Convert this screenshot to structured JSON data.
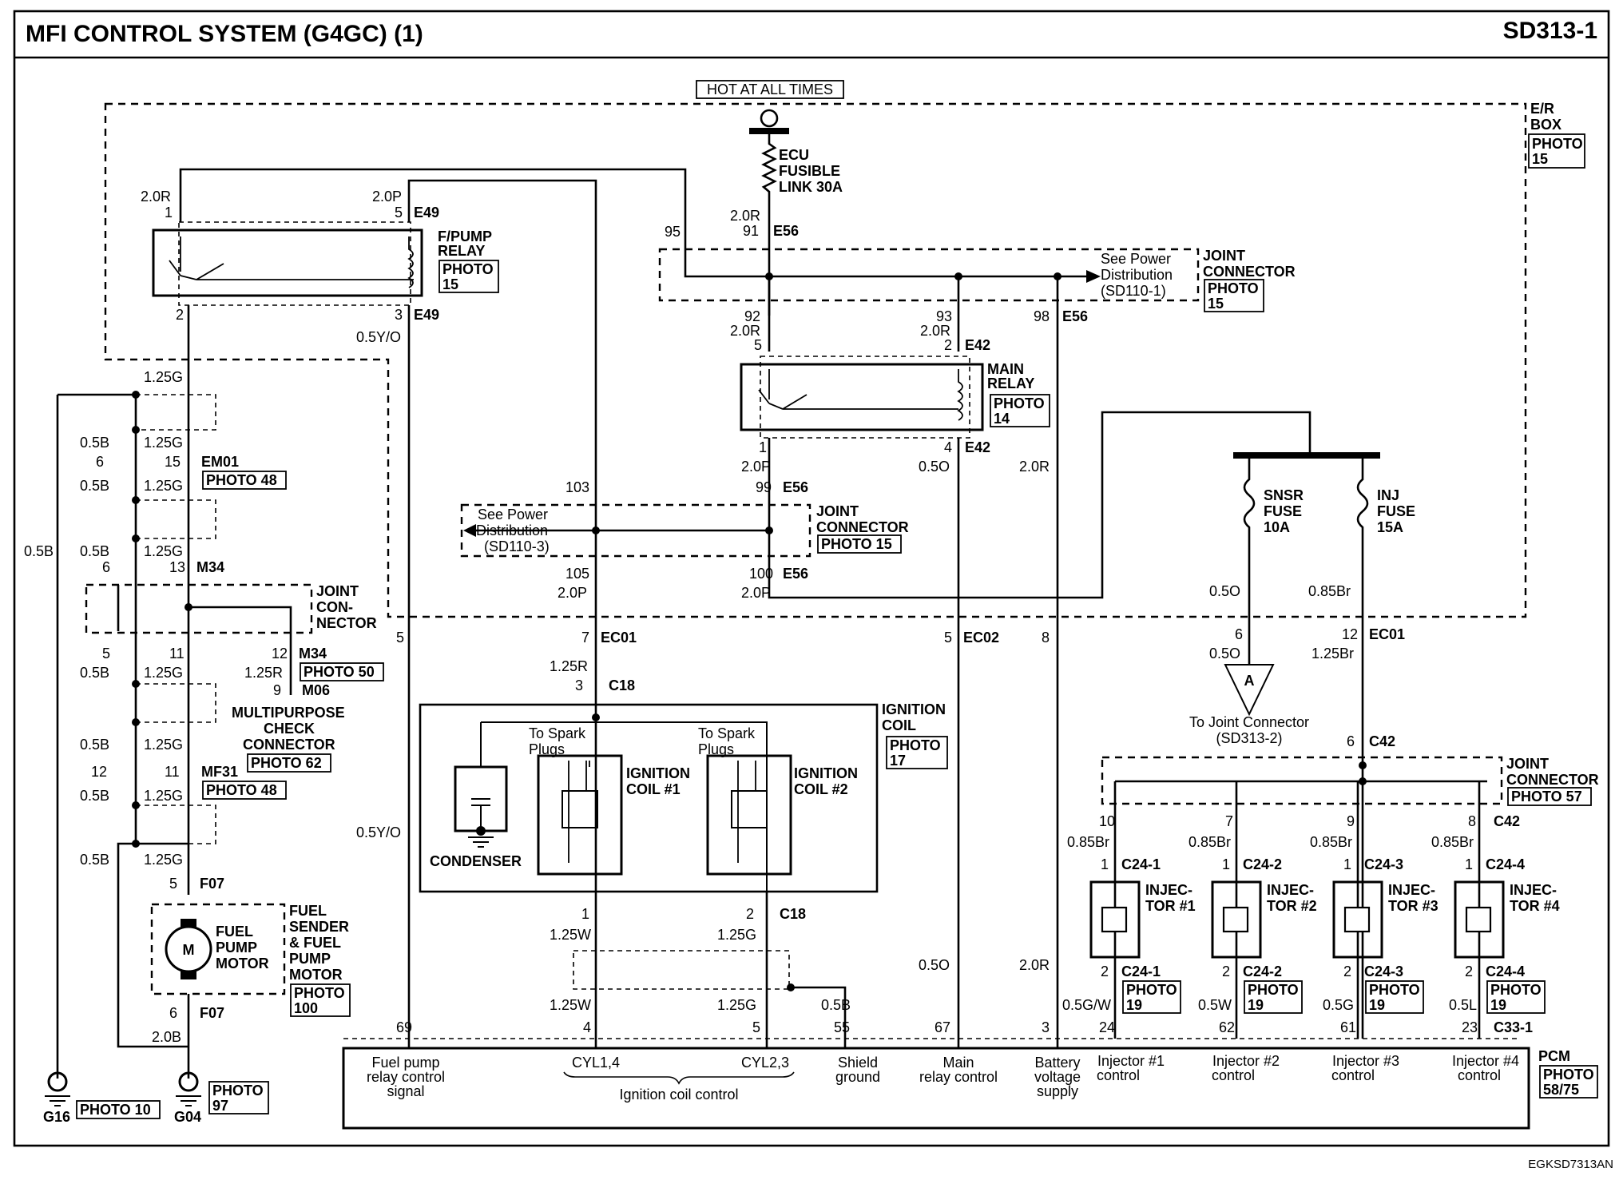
{
  "header": {
    "title": "MFI CONTROL SYSTEM (G4GC) (1)",
    "page_id": "SD313-1"
  },
  "footer": {
    "code": "EGKSD7313AN"
  },
  "power": {
    "hot_label": "HOT AT ALL TIMES",
    "er_box": [
      "E/R",
      "BOX"
    ],
    "er_box_photo": [
      "PHOTO",
      "15"
    ],
    "fusible_link": [
      "ECU",
      "FUSIBLE",
      "LINK 30A"
    ]
  },
  "components": {
    "fpump_relay": [
      "F/PUMP",
      "RELAY"
    ],
    "fpump_relay_photo": [
      "PHOTO",
      "15"
    ],
    "main_relay": [
      "MAIN",
      "RELAY"
    ],
    "main_relay_photo": [
      "PHOTO",
      "14"
    ],
    "jc_top": [
      "JOINT",
      "CONNECTOR"
    ],
    "jc_top_photo": [
      "PHOTO",
      "15"
    ],
    "jc_top_see": [
      "See Power",
      "Distribution",
      "(SD110-1)"
    ],
    "jc_mid": [
      "JOINT",
      "CONNECTOR"
    ],
    "jc_mid_photo": "PHOTO 15",
    "jc_mid_see": [
      "See Power",
      "Distribution",
      "(SD110-3)"
    ],
    "jc_left": [
      "JOINT",
      "CON-",
      "NECTOR"
    ],
    "multipurpose": [
      "MULTIPURPOSE",
      "CHECK",
      "CONNECTOR"
    ],
    "multipurpose_photo": "PHOTO 62",
    "sensr_fuse": [
      "SNSR",
      "FUSE",
      "10A"
    ],
    "inj_fuse": [
      "INJ",
      "FUSE",
      "15A"
    ],
    "to_joint": [
      "To Joint Connector",
      "(SD313-2)"
    ],
    "to_joint_letter": "A",
    "jc_right": [
      "JOINT",
      "CONNECTOR"
    ],
    "jc_right_photo": "PHOTO 57",
    "ignition_coil": [
      "IGNITION",
      "COIL"
    ],
    "ignition_coil_photo": [
      "PHOTO",
      "17"
    ],
    "to_spark": [
      "To Spark",
      "Plugs"
    ],
    "coil1": [
      "IGNITION",
      "COIL #1"
    ],
    "coil2": [
      "IGNITION",
      "COIL #2"
    ],
    "condenser": "CONDENSER",
    "fuel_sender": [
      "FUEL",
      "SENDER",
      "& FUEL",
      "PUMP",
      "MOTOR"
    ],
    "fuel_sender_photo": [
      "PHOTO",
      "100"
    ],
    "motor_letter": "M",
    "motor_label": [
      "FUEL",
      "PUMP",
      "MOTOR"
    ],
    "injectors": [
      {
        "label": [
          "INJEC-",
          "TOR #1"
        ],
        "top": "C24-1",
        "bottom": "C24-1",
        "photo": [
          "PHOTO",
          "19"
        ],
        "pin_jc": "10",
        "wire_in": "0.85Br",
        "wire_out": "0.5G/W",
        "pcm_pin": "24"
      },
      {
        "label": [
          "INJEC-",
          "TOR #2"
        ],
        "top": "C24-2",
        "bottom": "C24-2",
        "photo": [
          "PHOTO",
          "19"
        ],
        "pin_jc": "7",
        "wire_in": "0.85Br",
        "wire_out": "0.5W",
        "pcm_pin": "62"
      },
      {
        "label": [
          "INJEC-",
          "TOR #3"
        ],
        "top": "C24-3",
        "bottom": "C24-3",
        "photo": [
          "PHOTO",
          "19"
        ],
        "pin_jc": "9",
        "wire_in": "0.85Br",
        "wire_out": "0.5G",
        "pcm_pin": "61"
      },
      {
        "label": [
          "INJEC-",
          "TOR #4"
        ],
        "top": "C24-4",
        "bottom": "C24-4",
        "photo": [
          "PHOTO",
          "19"
        ],
        "pin_jc": "8",
        "wire_in": "0.85Br",
        "wire_out": "0.5L",
        "pcm_pin": "23"
      }
    ],
    "pcm": "PCM",
    "pcm_photo": [
      "PHOTO",
      "58/75"
    ],
    "grounds": [
      {
        "name": "G16",
        "photo": "PHOTO 10"
      },
      {
        "name": "G04",
        "photo": [
          "PHOTO",
          "97"
        ]
      }
    ]
  },
  "photos": {
    "em01": "PHOTO 48",
    "m34": "PHOTO 50",
    "mf31": "PHOTO 48"
  },
  "pcm_pins": [
    {
      "pin": "69",
      "label": [
        "Fuel pump",
        "relay control",
        "signal"
      ]
    },
    {
      "pin": "4",
      "label": [
        "CYL1,4"
      ]
    },
    {
      "pin": "5",
      "label": [
        "CYL2,3"
      ]
    },
    {
      "pin": "55",
      "label": [
        "Shield",
        "ground"
      ]
    },
    {
      "pin": "67",
      "label": [
        "Main",
        "relay control"
      ]
    },
    {
      "pin": "3",
      "label": [
        "Battery",
        "voltage",
        "supply"
      ]
    },
    {
      "pin": "24",
      "label": [
        "Injector #1",
        "control"
      ]
    },
    {
      "pin": "62",
      "label": [
        "Injector #2",
        "control"
      ]
    },
    {
      "pin": "61",
      "label": [
        "Injector #3",
        "control"
      ]
    },
    {
      "pin": "23",
      "label": [
        "Injector #4",
        "control"
      ]
    }
  ],
  "pcm_group_label": "Ignition coil control",
  "pcm_connector": "C33-1",
  "labels": {
    "w_2_0R": "2.0R",
    "w_2_0P": "2.0P",
    "w_0_5YO": "0.5Y/O",
    "w_1_25G": "1.25G",
    "w_0_5B": "0.5B",
    "w_1_25R": "1.25R",
    "w_1_25W": "1.25W",
    "w_0_5O": "0.5O",
    "w_0_85Br": "0.85Br",
    "w_1_25Br": "1.25Br",
    "w_2_0B": "2.0B",
    "c_E49": "E49",
    "c_E56": "E56",
    "c_E42": "E42",
    "c_EM01": "EM01",
    "c_M34": "M34",
    "c_M06": "M06",
    "c_MF31": "MF31",
    "c_F07": "F07",
    "c_EC01": "EC01",
    "c_EC02": "EC02",
    "c_C18": "C18",
    "c_C42": "C42",
    "p1": "1",
    "p2": "2",
    "p3": "3",
    "p4": "4",
    "p5": "5",
    "p6": "6",
    "p7": "7",
    "p8": "8",
    "p9": "9",
    "p11": "11",
    "p12": "12",
    "p13": "13",
    "p15": "15",
    "p91": "91",
    "p92": "92",
    "p93": "93",
    "p95": "95",
    "p98": "98",
    "p99": "99",
    "p100": "100",
    "p103": "103",
    "p105": "105"
  }
}
